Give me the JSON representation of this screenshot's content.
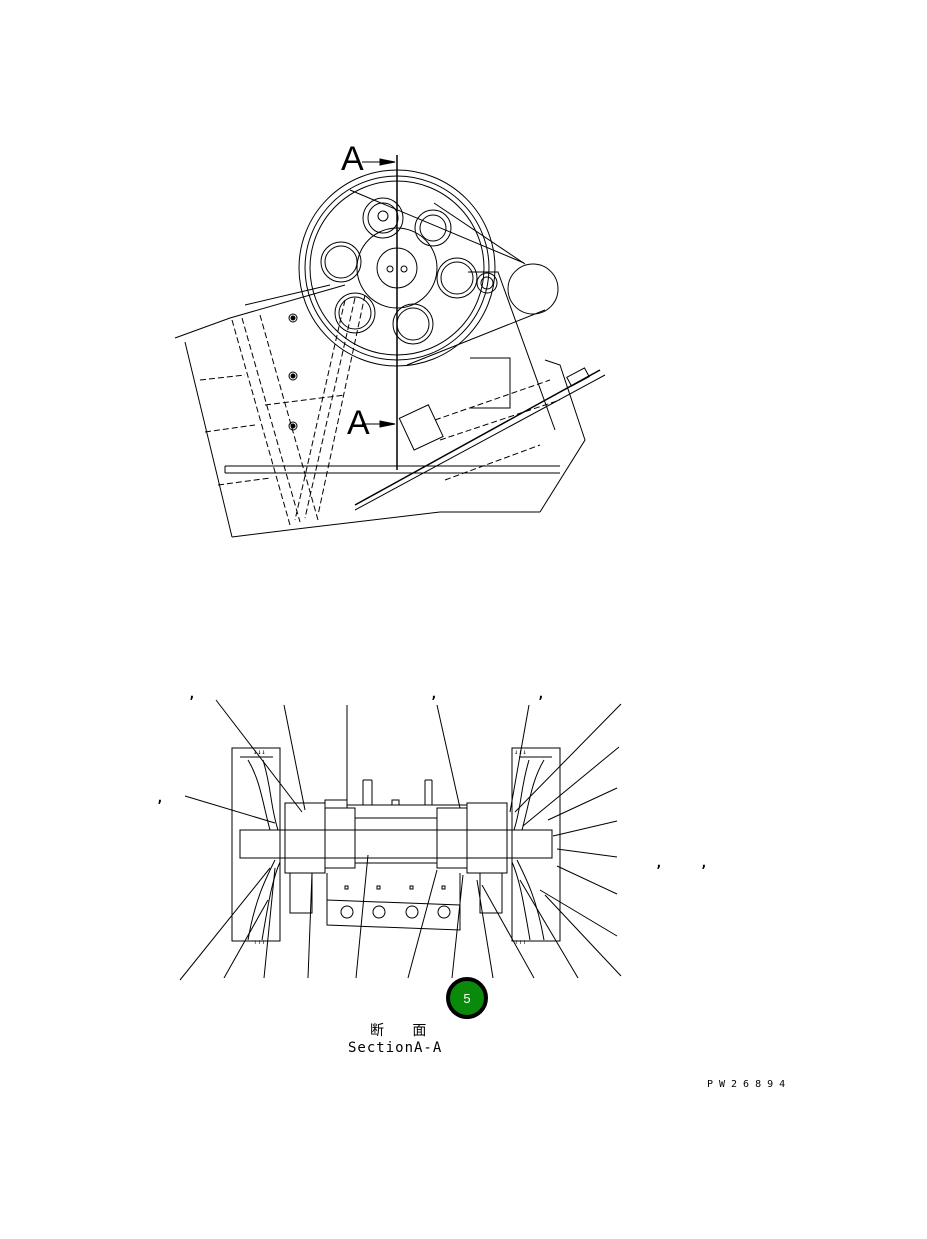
{
  "drawing": {
    "type": "technical-parts-drawing",
    "upper_view": {
      "section_marker_top": "A",
      "section_marker_bottom": "A"
    },
    "lower_view": {
      "caption_jp": "断 面",
      "caption_en": "SectionA-A"
    },
    "callout": {
      "label": "5",
      "fill_color": "#0a8a0a",
      "border_color": "#000000"
    },
    "reference_code": "PW26894",
    "leader_commas": [
      ",",
      ",",
      ",",
      ",",
      ",",
      ","
    ]
  }
}
